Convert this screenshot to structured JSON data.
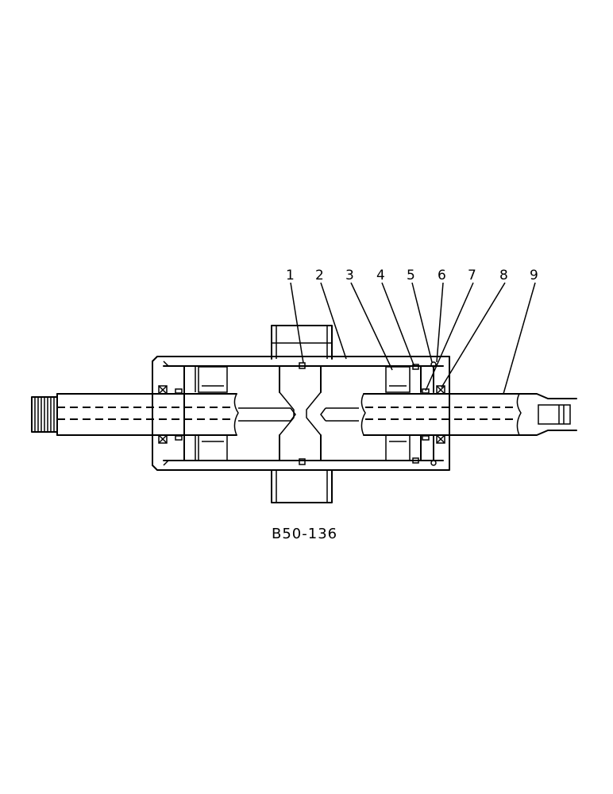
{
  "figure": {
    "id_label": "B50-136"
  },
  "callouts": [
    "1",
    "2",
    "3",
    "4",
    "5",
    "6",
    "7",
    "8",
    "9"
  ]
}
